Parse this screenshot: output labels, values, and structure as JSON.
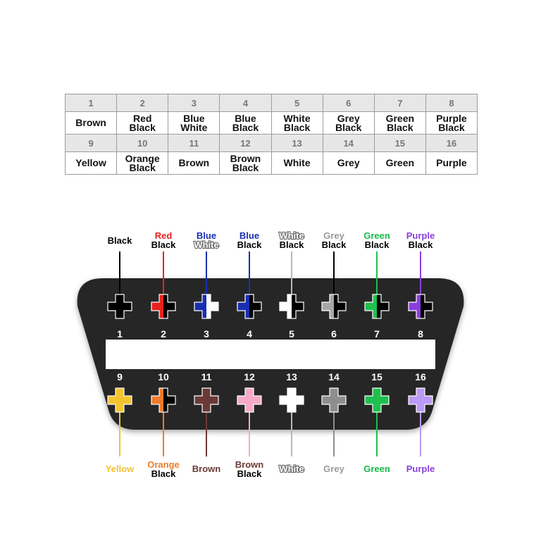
{
  "table": {
    "rows": [
      {
        "pins": [
          "1",
          "2",
          "3",
          "4",
          "5",
          "6",
          "7",
          "8"
        ],
        "wires": [
          [
            "Brown"
          ],
          [
            "Red",
            "Black"
          ],
          [
            "Blue",
            "White"
          ],
          [
            "Blue",
            "Black"
          ],
          [
            "White",
            "Black"
          ],
          [
            "Grey",
            "Black"
          ],
          [
            "Green",
            "Black"
          ],
          [
            "Purple",
            "Black"
          ]
        ]
      },
      {
        "pins": [
          "9",
          "10",
          "11",
          "12",
          "13",
          "14",
          "15",
          "16"
        ],
        "wires": [
          [
            "Yellow"
          ],
          [
            "Orange",
            "Black"
          ],
          [
            "Brown"
          ],
          [
            "Brown",
            "Black"
          ],
          [
            "White"
          ],
          [
            "Grey"
          ],
          [
            "Green"
          ],
          [
            "Purple"
          ]
        ]
      }
    ]
  },
  "connector": {
    "top_pins": [
      {
        "number": "1",
        "labels": [
          {
            "text": "Black",
            "color": "#000000"
          }
        ],
        "colors": [
          "#000000"
        ],
        "wire_color": "#000000"
      },
      {
        "number": "2",
        "labels": [
          {
            "text": "Red",
            "color": "#e8231f"
          },
          {
            "text": "Black",
            "color": "#000000"
          }
        ],
        "colors": [
          "#e8231f",
          "#000000"
        ],
        "wire_color": "#e8231f"
      },
      {
        "number": "3",
        "labels": [
          {
            "text": "Blue",
            "color": "#1a2fb0"
          },
          {
            "text": "White",
            "color": "#ffffff"
          }
        ],
        "colors": [
          "#1a2fb0",
          "#ffffff"
        ],
        "wire_color": "#1a2fb0"
      },
      {
        "number": "4",
        "labels": [
          {
            "text": "Blue",
            "color": "#1a2fb0"
          },
          {
            "text": "Black",
            "color": "#000000"
          }
        ],
        "colors": [
          "#1a2fb0",
          "#000000"
        ],
        "wire_color": "#1a2fb0"
      },
      {
        "number": "5",
        "labels": [
          {
            "text": "White",
            "color": "#ffffff"
          },
          {
            "text": "Black",
            "color": "#000000"
          }
        ],
        "colors": [
          "#ffffff",
          "#000000"
        ],
        "wire_color": "#b8b8b8"
      },
      {
        "number": "6",
        "labels": [
          {
            "text": "Grey",
            "color": "#9a9a9a"
          },
          {
            "text": "Black",
            "color": "#000000"
          }
        ],
        "colors": [
          "#a6a6a6",
          "#000000"
        ],
        "wire_color": "#000000"
      },
      {
        "number": "7",
        "labels": [
          {
            "text": "Green",
            "color": "#17b84a"
          },
          {
            "text": "Black",
            "color": "#000000"
          }
        ],
        "colors": [
          "#1fc04e",
          "#000000"
        ],
        "wire_color": "#1fc04e"
      },
      {
        "number": "8",
        "labels": [
          {
            "text": "Purple",
            "color": "#8a3ee0"
          },
          {
            "text": "Black",
            "color": "#000000"
          }
        ],
        "colors": [
          "#8a3ee0",
          "#000000"
        ],
        "wire_color": "#8a3ee0"
      }
    ],
    "bottom_pins": [
      {
        "number": "9",
        "labels": [
          {
            "text": "Yellow",
            "color": "#f4c430"
          }
        ],
        "colors": [
          "#f4c430"
        ],
        "wire_color": "#f4c430"
      },
      {
        "number": "10",
        "labels": [
          {
            "text": "Orange",
            "color": "#f07a2a"
          },
          {
            "text": "Black",
            "color": "#000000"
          }
        ],
        "colors": [
          "#f07a2a",
          "#000000"
        ],
        "wire_color": "#f07a2a"
      },
      {
        "number": "11",
        "labels": [
          {
            "text": "Brown",
            "color": "#6b3a36"
          }
        ],
        "colors": [
          "#6b3a36"
        ],
        "wire_color": "#6b3a36"
      },
      {
        "number": "12",
        "labels": [
          {
            "text": "Brown",
            "color": "#6b3a36"
          },
          {
            "text": "Black",
            "color": "#000000"
          }
        ],
        "colors": [
          "#f6aac8"
        ],
        "wire_color": "#f6aac8"
      },
      {
        "number": "13",
        "labels": [
          {
            "text": "White",
            "color": "#ffffff"
          }
        ],
        "colors": [
          "#ffffff"
        ],
        "wire_color": "#b8b8b8"
      },
      {
        "number": "14",
        "labels": [
          {
            "text": "Grey",
            "color": "#9a9a9a"
          }
        ],
        "colors": [
          "#8e8e8e"
        ],
        "wire_color": "#8e8e8e"
      },
      {
        "number": "15",
        "labels": [
          {
            "text": "Green",
            "color": "#17b84a"
          }
        ],
        "colors": [
          "#1fc04e"
        ],
        "wire_color": "#1fc04e"
      },
      {
        "number": "16",
        "labels": [
          {
            "text": "Purple",
            "color": "#8a3ee0"
          }
        ],
        "colors": [
          "#b99af4"
        ],
        "wire_color": "#b99af4"
      }
    ]
  }
}
